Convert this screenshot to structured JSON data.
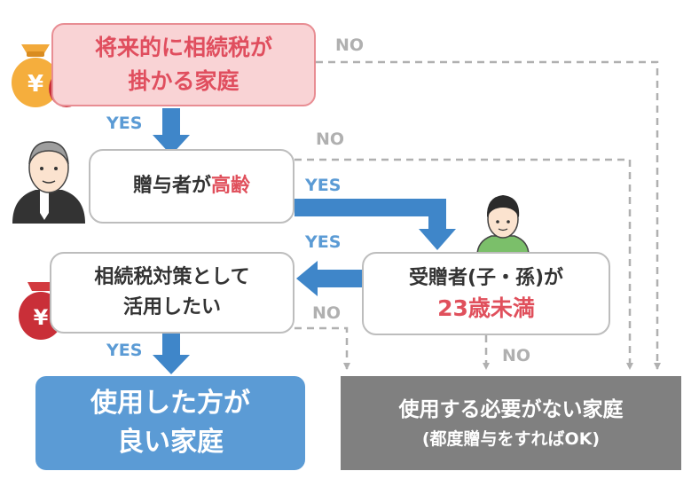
{
  "nodes": {
    "start": {
      "line1": "将来的に相続税が",
      "line2": "掛かる家庭"
    },
    "donor": {
      "text": "贈与者が",
      "highlight": "高齢"
    },
    "recipient": {
      "line1": "受贈者(子・孫)が",
      "highlight": "23歳未満"
    },
    "purpose": {
      "line1": "相続税対策として",
      "line2": "活用したい"
    },
    "result_yes": {
      "line1": "使用した方が",
      "line2": "良い家庭"
    },
    "result_no": {
      "line1": "使用する必要がない家庭",
      "line2": "(都度贈与をすればOK)"
    }
  },
  "labels": {
    "yes": "YES",
    "no": "NO"
  },
  "icons": [
    "money-bag-icon",
    "elderly-man-icon",
    "young-man-icon",
    "money-bag-icon"
  ],
  "colors": {
    "pink_fill": "#f9d3d5",
    "pink_border": "#e88d93",
    "pink_text": "#e04e5e",
    "highlight": "#e0505c",
    "blue": "#5b9bd5",
    "arrow_blue": "#3f86c9",
    "gray_box": "#808080",
    "dash_gray": "#b0b0b0",
    "box_border": "#bdbdbd"
  }
}
